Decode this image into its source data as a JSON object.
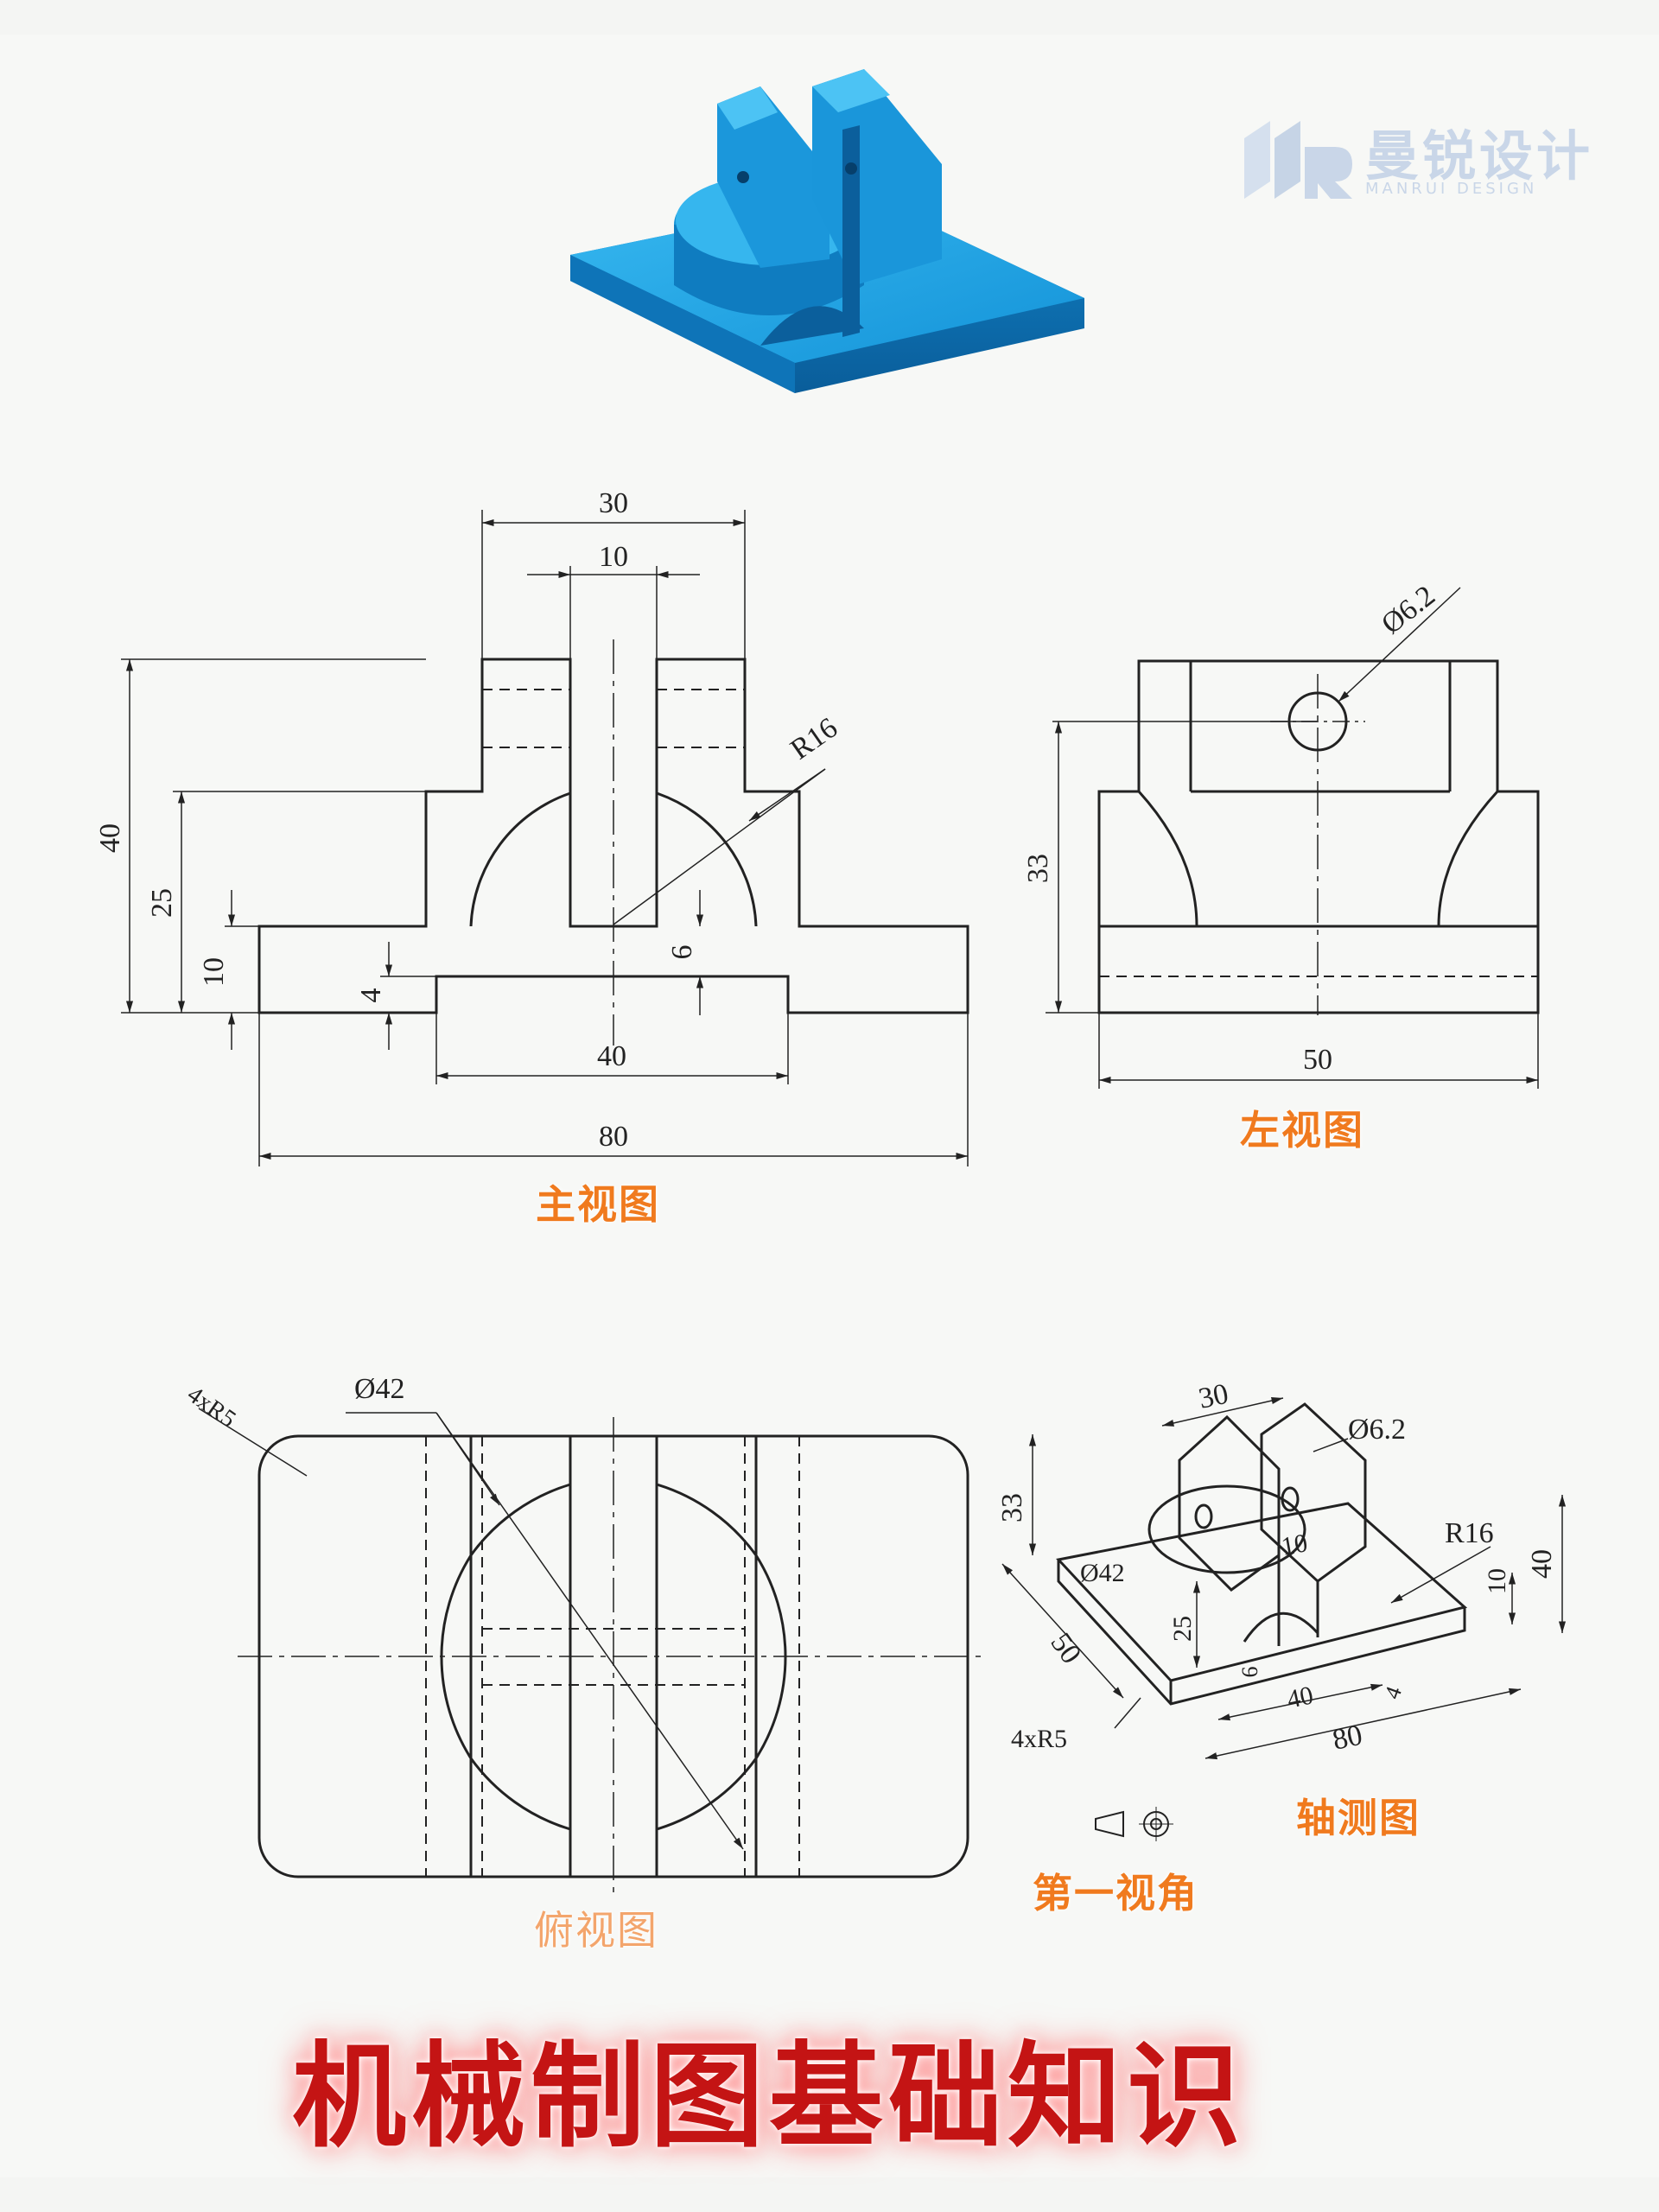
{
  "logo": {
    "name": "曼锐设计",
    "sub": "MANRUI DESIGN"
  },
  "front_view": {
    "label": "主视图",
    "dims": {
      "w30": "30",
      "w10": "10",
      "r16": "R16",
      "h40": "40",
      "h25": "25",
      "h10": "10",
      "h4": "4",
      "h6": "6",
      "w40": "40",
      "w80": "80"
    }
  },
  "left_view": {
    "label": "左视图",
    "dims": {
      "hole": "Ø6.2",
      "h33": "33",
      "w50": "50"
    }
  },
  "top_view": {
    "label": "俯视图",
    "dims": {
      "d42": "Ø42",
      "r5": "4xR5"
    }
  },
  "iso_view": {
    "label": "轴测图",
    "dims": {
      "w30": "30",
      "hole": "Ø6.2",
      "h33": "33",
      "d42": "Ø42",
      "w10": "10",
      "r16": "R16",
      "h10": "10",
      "h40": "40",
      "d50": "50",
      "h25": "25",
      "h6": "6",
      "w40": "40",
      "h4": "4",
      "r5": "4xR5",
      "w80": "80"
    }
  },
  "projection": {
    "label": "第一视角",
    "symbol": "first-angle-projection"
  },
  "banner": "机械制图基础知识",
  "colors": {
    "model": "#1aa3e0",
    "model_dark": "#0b6fb0",
    "label": "#f07a1e",
    "banner": "#c41414",
    "line": "#222222"
  }
}
